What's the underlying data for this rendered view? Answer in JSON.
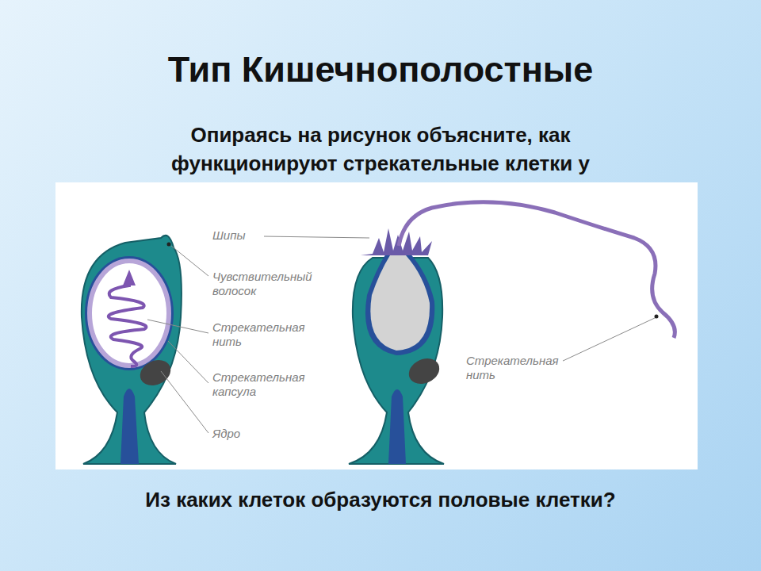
{
  "diagram": {
    "title": "Тип Кишечнополостные",
    "labels": [
      "Опираясь на рисунок объясните, как функционируют стрекательные клетки у",
      "Шипы",
      "Чувствительный волосок",
      "Стрекательная нить",
      "Стрекательная капсула",
      "Ядро",
      "Стрекательная нить",
      "Из каких клеток образуются половые клетки?"
    ]
  }
}
